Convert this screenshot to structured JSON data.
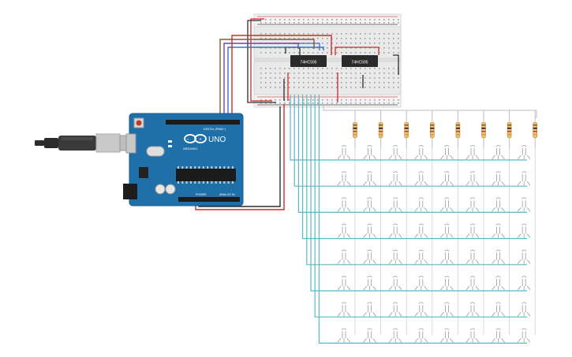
{
  "canvas": {
    "background": "#ffffff"
  },
  "arduino": {
    "brand": "ARDUINO",
    "model": "UNO",
    "digital_label": "DIGITAL (PWM~)",
    "power_label": "POWER",
    "analog_label": "ANALOG IN",
    "board_color": "#1f6fa8",
    "board_edge_color": "#175a8a"
  },
  "chips": [
    {
      "label": "74HC595"
    },
    {
      "label": "74HC595"
    }
  ],
  "matrix": {
    "rows": 8,
    "cols": 8,
    "row_wire_color": "#5bb8c4",
    "led_color": "#9a9a9a"
  },
  "resistors": {
    "count": 8,
    "body_color": "#e8c07a"
  },
  "wire_colors": {
    "red": "#cc2b2b",
    "black": "#2d2d2d",
    "brown": "#8a5a2b",
    "purple": "#7a3bb0",
    "blue": "#3a6fd0",
    "teal": "#5bb8c4",
    "gray": "#bdbdbd"
  },
  "icons": {
    "usb_cable": "usb-cable-icon",
    "reset_button": "reset-button-icon",
    "infinity_logo": "arduino-infinity-logo"
  }
}
